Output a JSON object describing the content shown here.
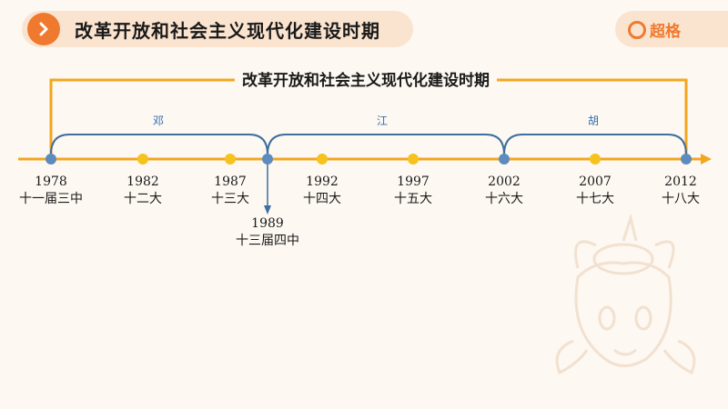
{
  "header": {
    "title": "改革开放和社会主义现代化建设时期",
    "brand": "超格",
    "next_icon": "chevron-right-icon",
    "logo_icon": "g-logo-icon"
  },
  "timeline": {
    "span_title": "改革开放和社会主义现代化建设时期",
    "leaders": [
      "邓",
      "江",
      "胡"
    ],
    "events": [
      {
        "year": "1978",
        "label": "十一届三中"
      },
      {
        "year": "1982",
        "label": "十二大"
      },
      {
        "year": "1987",
        "label": "十三大"
      },
      {
        "year": "1992",
        "label": "十四大"
      },
      {
        "year": "1997",
        "label": "十五大"
      },
      {
        "year": "2002",
        "label": "十六大"
      },
      {
        "year": "2007",
        "label": "十七大"
      },
      {
        "year": "2012",
        "label": "十八大"
      }
    ],
    "branch_event": {
      "year": "1989",
      "label": "十三届四中"
    }
  },
  "colors": {
    "accent": "#ef7a2f",
    "axis": "#f3a620",
    "brace": "#3f6f9e",
    "dot_yellow": "#f6c21c",
    "dot_blue": "#5d8bbd"
  }
}
